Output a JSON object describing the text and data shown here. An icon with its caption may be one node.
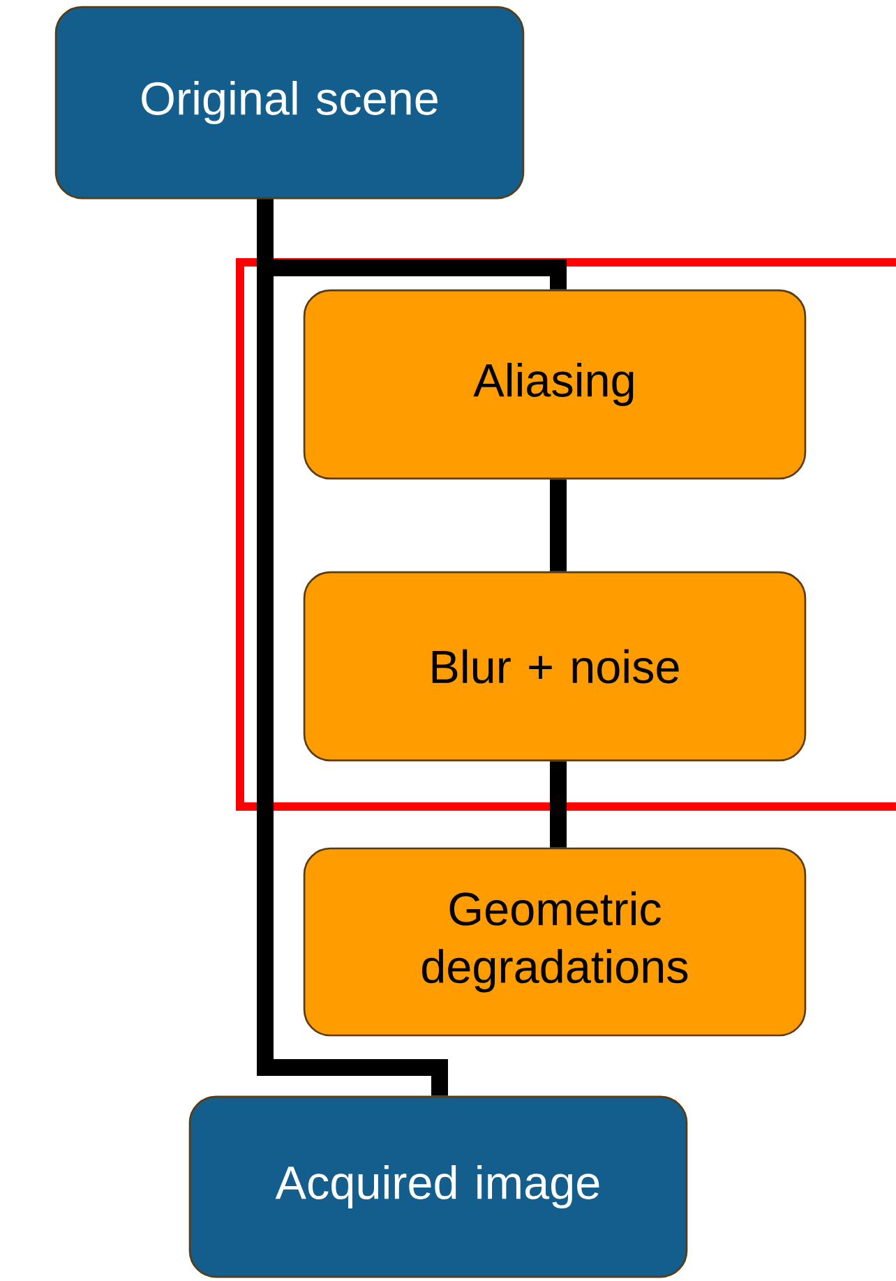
{
  "diagram": {
    "nodes": [
      {
        "text": [
          "Original scene"
        ]
      },
      {
        "text": [
          "Aliasing"
        ]
      },
      {
        "text": [
          "Blur + noise"
        ]
      },
      {
        "text": [
          "Geometric degradations"
        ]
      },
      {
        "text": [
          "Acquired image"
        ]
      }
    ],
    "edges": [
      {
        "from": 0,
        "to": 1,
        "arrow": "none"
      },
      {
        "from": 0,
        "to": 4,
        "arrow": "none"
      },
      {
        "from": 1,
        "to": 2,
        "arrow": "none"
      },
      {
        "from": 2,
        "to": 3,
        "arrow": "none"
      }
    ]
  }
}
